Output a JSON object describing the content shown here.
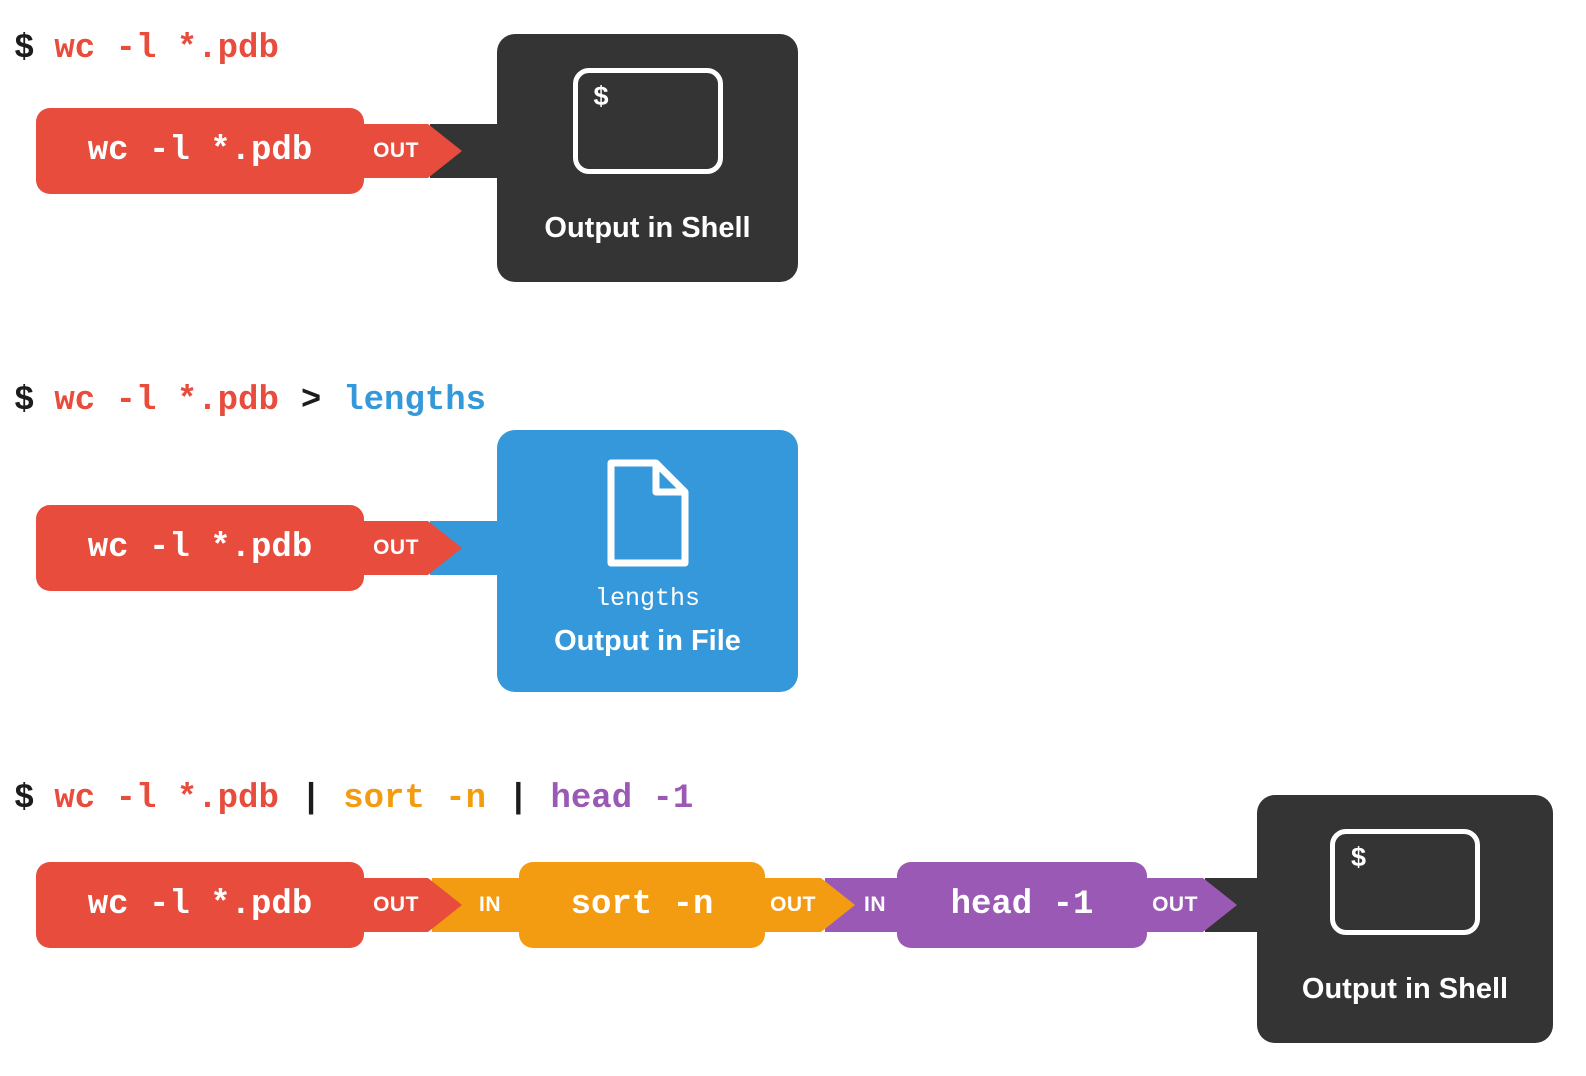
{
  "colors": {
    "command_red": "#e74c3c",
    "sort_orange": "#f39c12",
    "head_purple": "#9b59b6",
    "file_blue": "#3498db",
    "shell_dark": "#343434"
  },
  "row1": {
    "prompt": "$",
    "command": "wc -l *.pdb",
    "block_label": "wc -l *.pdb",
    "out_label": "OUT",
    "shell_box": {
      "prompt": "$",
      "caption": "Output in Shell"
    }
  },
  "row2": {
    "prompt": "$",
    "command": "wc -l *.pdb",
    "redirect_operator": ">",
    "target_file": "lengths",
    "block_label": "wc -l *.pdb",
    "out_label": "OUT",
    "file_box": {
      "filename": "lengths",
      "caption": "Output in File"
    }
  },
  "row3": {
    "prompt": "$",
    "command1": "wc -l *.pdb",
    "pipe1": "|",
    "command2": "sort -n",
    "pipe2": "|",
    "command3": "head -1",
    "block1_label": "wc -l *.pdb",
    "block2_label": "sort -n",
    "block3_label": "head -1",
    "out_label": "OUT",
    "in_label": "IN",
    "shell_box": {
      "prompt": "$",
      "caption": "Output in Shell"
    }
  }
}
